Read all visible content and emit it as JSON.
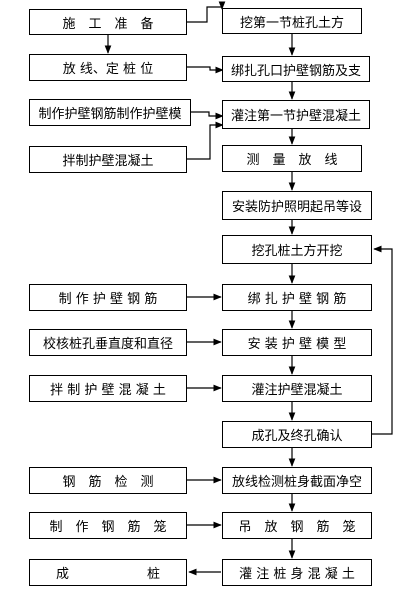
{
  "left_steps": {
    "prep": "施　工　准　备",
    "layout": "放 线、定 桩 位",
    "make_formwork": "制作护壁钢筋制作护壁模",
    "mix_concrete": "拌制护壁混凝土",
    "make_rebar": "制 作 护 壁 钢 筋",
    "check_hole": "校核桩孔垂直度和直径",
    "mix_concrete2": "拌 制 护 壁 混 凝 土",
    "rebar_test": "钢　筋　检　测",
    "make_cage": "制　作　钢　筋　笼",
    "finish_pile": "成　　　　　　桩"
  },
  "right_steps": {
    "dig_first": "挖第一节桩孔土方",
    "tie_rebar_top": "绑扎孔口护壁钢筋及支",
    "pour_first": "灌注第一节护壁混凝土",
    "survey": "测　量　放　线",
    "install_equipment": "安装防护照明起吊等设",
    "dig_next": "挖孔桩土方开挖",
    "tie_rebar": "绑 扎 护 壁 钢 筋",
    "install_formwork": "安 装 护 壁 模 型",
    "pour_wall": "灌注护壁混凝土",
    "hole_confirm": "成孔及终孔确认",
    "check_clearance": "放线检测桩身截面净空",
    "lift_cage": "吊　放　钢　筋　笼",
    "pour_pile": "灌 注 桩 身 混 凝 土"
  }
}
